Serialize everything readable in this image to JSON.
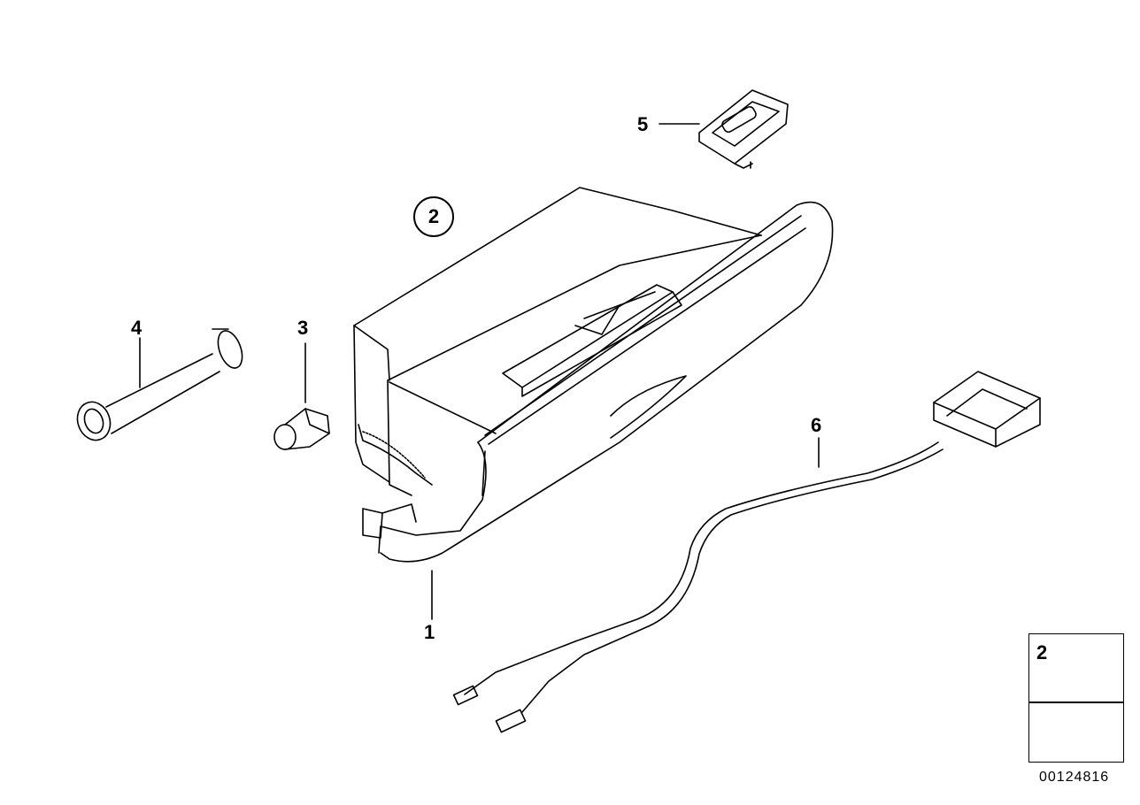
{
  "callouts": {
    "part_1": "1",
    "part_3": "3",
    "part_4": "4",
    "part_5": "5",
    "part_6": "6",
    "part_2_circled": "2"
  },
  "legend": {
    "part_2": "2"
  },
  "diagram_id": "00124816"
}
